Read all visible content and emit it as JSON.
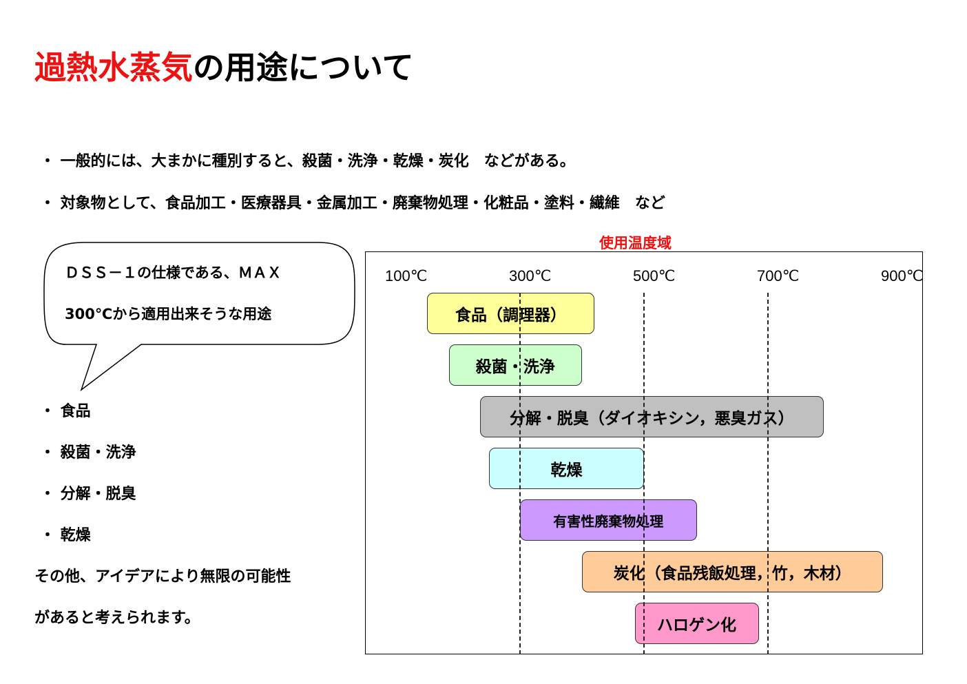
{
  "title": {
    "accent": "過熱水蒸気",
    "rest": "の用途について"
  },
  "intro": [
    "・ 一般的には、大まかに種別すると、殺菌・洗浄・乾燥・炭化　などがある。",
    "・ 対象物として、食品加工・医療器具・金属加工・廃棄物処理・化粧品・塗料・繊維　など"
  ],
  "bubble": {
    "line1": "ＤＳＳ－１の仕様である、ＭＡＸ",
    "line2": "300℃から適用出来そうな用途"
  },
  "uses": [
    "・ 食品",
    "・ 殺菌・洗浄",
    "・ 分解・脱臭",
    "・ 乾燥"
  ],
  "closing": [
    "その他、アイデアにより無限の可能性",
    "があると考えられます。"
  ],
  "chart_data": {
    "type": "gantt",
    "title": "使用温度域",
    "ticks": [
      "100℃",
      "300℃",
      "500℃",
      "700℃",
      "900℃"
    ],
    "tick_values": [
      100,
      300,
      500,
      700,
      900
    ],
    "reference_lines": [
      300,
      500,
      700
    ],
    "bars": [
      {
        "label": "食品（調理器）",
        "start": 150,
        "end": 420,
        "color": "#ffff99"
      },
      {
        "label": "殺菌・洗浄",
        "start": 185,
        "end": 400,
        "color": "#ccffcc"
      },
      {
        "label": "分解・脱臭（ダイオキシン，悪臭ガス）",
        "start": 235,
        "end": 790,
        "color": "#c0c0c0"
      },
      {
        "label": "乾燥",
        "start": 250,
        "end": 500,
        "color": "#ccffff"
      },
      {
        "label": "有害性廃棄物処理",
        "start": 300,
        "end": 585,
        "color": "#cc99ff"
      },
      {
        "label": "炭化（食品残飯処理，竹，木材）",
        "start": 400,
        "end": 885,
        "color": "#ffcc99"
      },
      {
        "label": "ハロゲン化",
        "start": 485,
        "end": 685,
        "color": "#ff99cc"
      }
    ]
  }
}
